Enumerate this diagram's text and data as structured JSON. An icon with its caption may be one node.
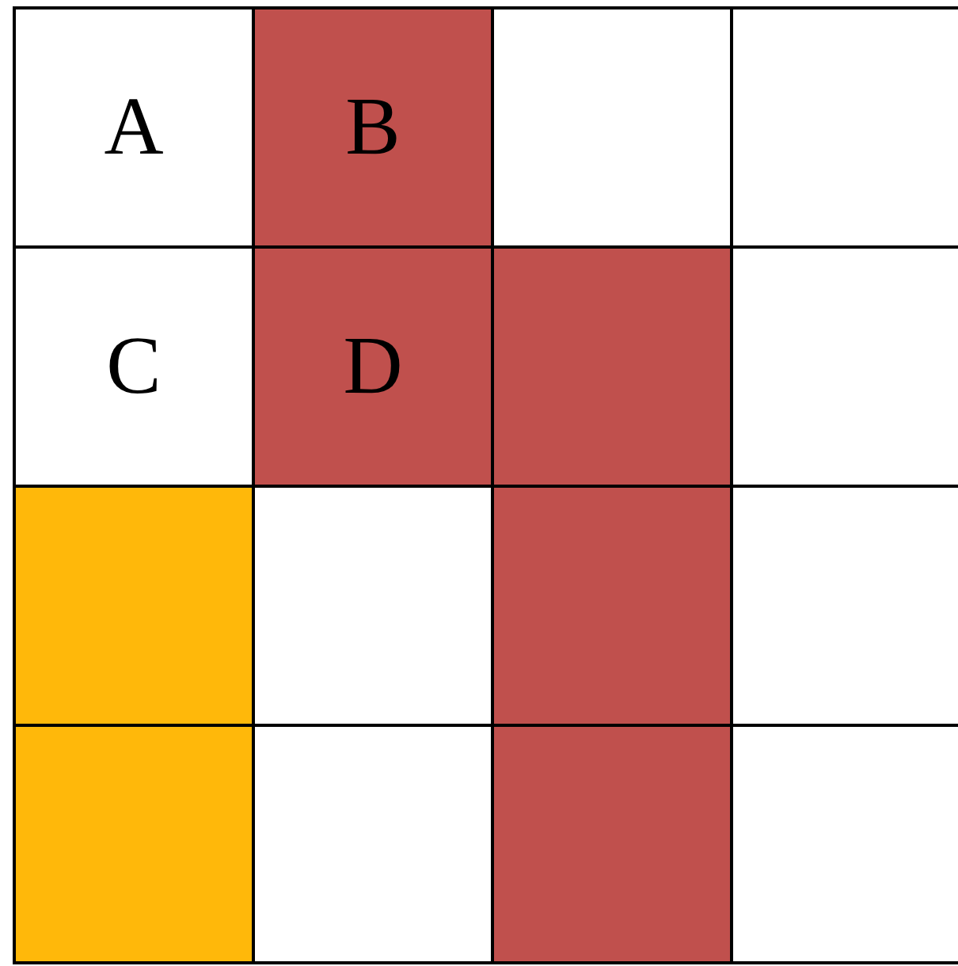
{
  "diagram": {
    "nodes": [
      {
        "text": [
          "A"
        ]
      },
      {
        "text": [
          "B"
        ]
      },
      {
        "text": [],
        "shape": "box"
      },
      {
        "text": [],
        "shape": "box"
      },
      {
        "text": [
          "C"
        ]
      },
      {
        "text": [
          "D"
        ]
      },
      {
        "text": [],
        "shape": "box"
      },
      {
        "text": [],
        "shape": "box"
      },
      {
        "text": [],
        "shape": "box"
      },
      {
        "text": [],
        "shape": "box"
      },
      {
        "text": [],
        "shape": "box"
      },
      {
        "text": [],
        "shape": "box"
      },
      {
        "text": [],
        "shape": "box"
      },
      {
        "text": [],
        "shape": "box"
      },
      {
        "text": [],
        "shape": "box"
      },
      {
        "text": [],
        "shape": "box"
      }
    ]
  }
}
